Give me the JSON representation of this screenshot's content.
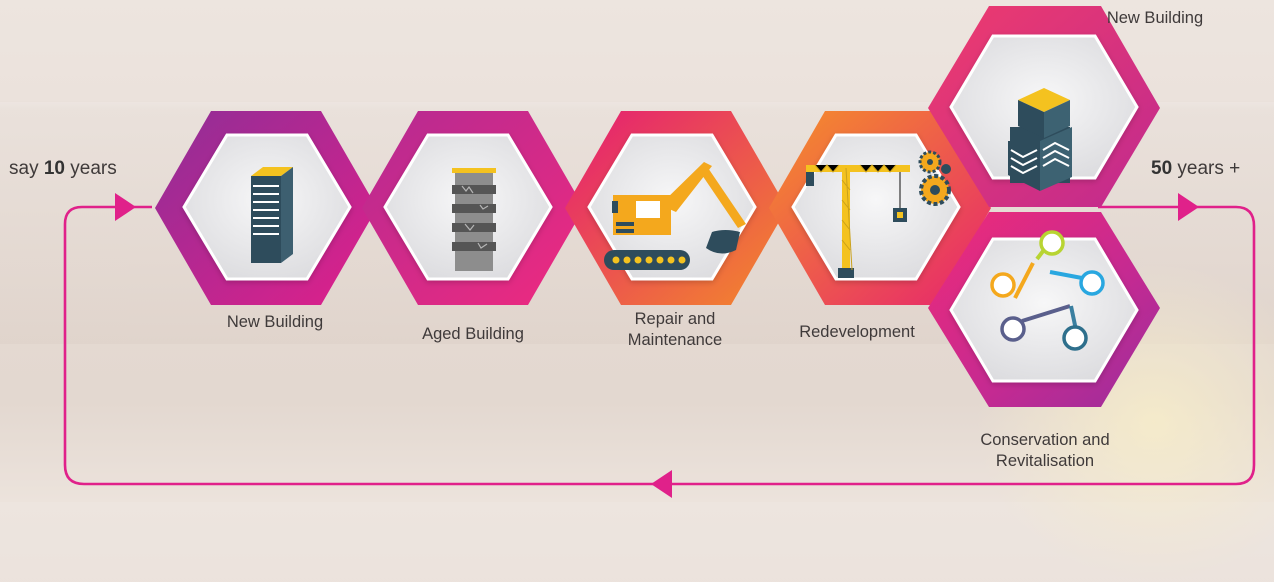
{
  "stages": [
    {
      "id": "new-building",
      "label": "New Building",
      "icon": "tower-building-icon"
    },
    {
      "id": "aged-building",
      "label": "Aged Building",
      "icon": "cracked-building-icon"
    },
    {
      "id": "repair",
      "label": "Repair and\nMaintenance",
      "icon": "excavator-icon"
    },
    {
      "id": "redevelopment",
      "label": "Redevelopment",
      "icon": "crane-gears-icon"
    },
    {
      "id": "new-building-top",
      "label": "New Building",
      "icon": "building-blocks-icon"
    },
    {
      "id": "conservation",
      "label": "Conservation and\nRevitalisation",
      "icon": "network-nodes-icon"
    }
  ],
  "left_label": {
    "prefix": "say ",
    "number": "10",
    "suffix": " years"
  },
  "right_label": {
    "number": "50",
    "suffix": " years +"
  },
  "colors": {
    "loop_line": "#e0218a",
    "purple": "#9b2f9b",
    "magenta": "#e01f86",
    "orange": "#f0822a",
    "icon_dark": "#2e4c5c",
    "icon_yellow": "#f4c21f",
    "icon_grey": "#8a8a8a"
  }
}
